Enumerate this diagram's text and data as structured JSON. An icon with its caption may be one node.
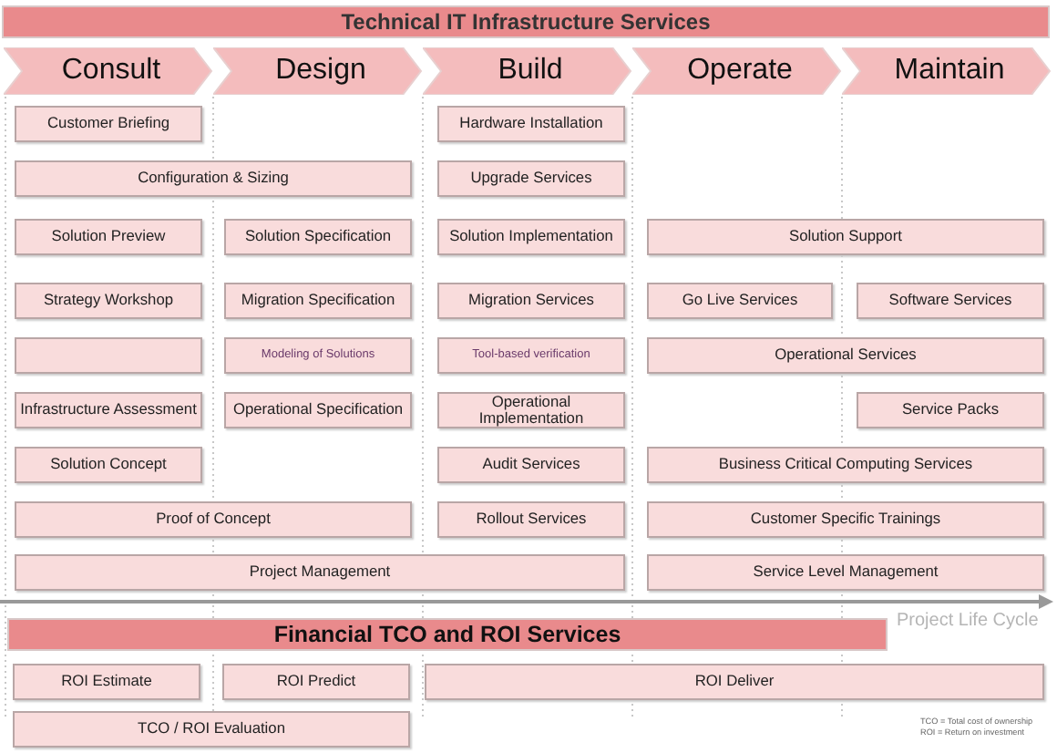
{
  "diagram": {
    "nodes": [
      {
        "text": [
          "Technical IT Infrastructure Services"
        ]
      },
      {
        "text": [
          "Consult"
        ]
      },
      {
        "text": [
          "Design"
        ]
      },
      {
        "text": [
          "Build"
        ]
      },
      {
        "text": [
          "Operate"
        ]
      },
      {
        "text": [
          "Maintain"
        ]
      },
      {
        "text": [
          "Customer Briefing"
        ]
      },
      {
        "text": [
          "Hardware Installation"
        ]
      },
      {
        "text": [
          "Configuration & Sizing"
        ]
      },
      {
        "text": [
          "Upgrade Services"
        ]
      },
      {
        "text": [
          "Solution Preview"
        ]
      },
      {
        "text": [
          "Solution Specification"
        ]
      },
      {
        "text": [
          "Solution Implementation"
        ]
      },
      {
        "text": [
          "Solution Support"
        ]
      },
      {
        "text": [
          "Strategy Workshop"
        ]
      },
      {
        "text": [
          "Migration Specification"
        ]
      },
      {
        "text": [
          "Migration Services"
        ]
      },
      {
        "text": [
          "Go Live Services"
        ]
      },
      {
        "text": [
          "Software Services"
        ]
      },
      {
        "text": [],
        "shape": "box"
      },
      {
        "text": [
          "Modeling of Solutions"
        ]
      },
      {
        "text": [
          "Tool-based verification"
        ]
      },
      {
        "text": [
          "Operational Services"
        ]
      },
      {
        "text": [
          "Infrastructure Assessment"
        ]
      },
      {
        "text": [
          "Operational Specification"
        ]
      },
      {
        "text": [
          "Operational Implementation"
        ]
      },
      {
        "text": [
          "Service Packs"
        ]
      },
      {
        "text": [
          "Solution Concept"
        ]
      },
      {
        "text": [
          "Audit Services"
        ]
      },
      {
        "text": [
          "Business Critical Computing Services"
        ]
      },
      {
        "text": [
          "Proof of Concept"
        ]
      },
      {
        "text": [
          "Rollout Services"
        ]
      },
      {
        "text": [
          "Customer Specific Trainings"
        ]
      },
      {
        "text": [
          "Project Management"
        ]
      },
      {
        "text": [
          "Service Level Management"
        ]
      },
      {
        "text": [
          "Financial TCO and ROI Services"
        ]
      },
      {
        "text": [
          "ROI Estimate"
        ]
      },
      {
        "text": [
          "ROI Predict"
        ]
      },
      {
        "text": [
          "ROI Deliver"
        ]
      },
      {
        "text": [
          "TCO / ROI Evaluation"
        ]
      }
    ],
    "labels": [
      "Project Life Cycle",
      "TCO = Total cost of ownership",
      "ROI = Return on investment"
    ]
  }
}
